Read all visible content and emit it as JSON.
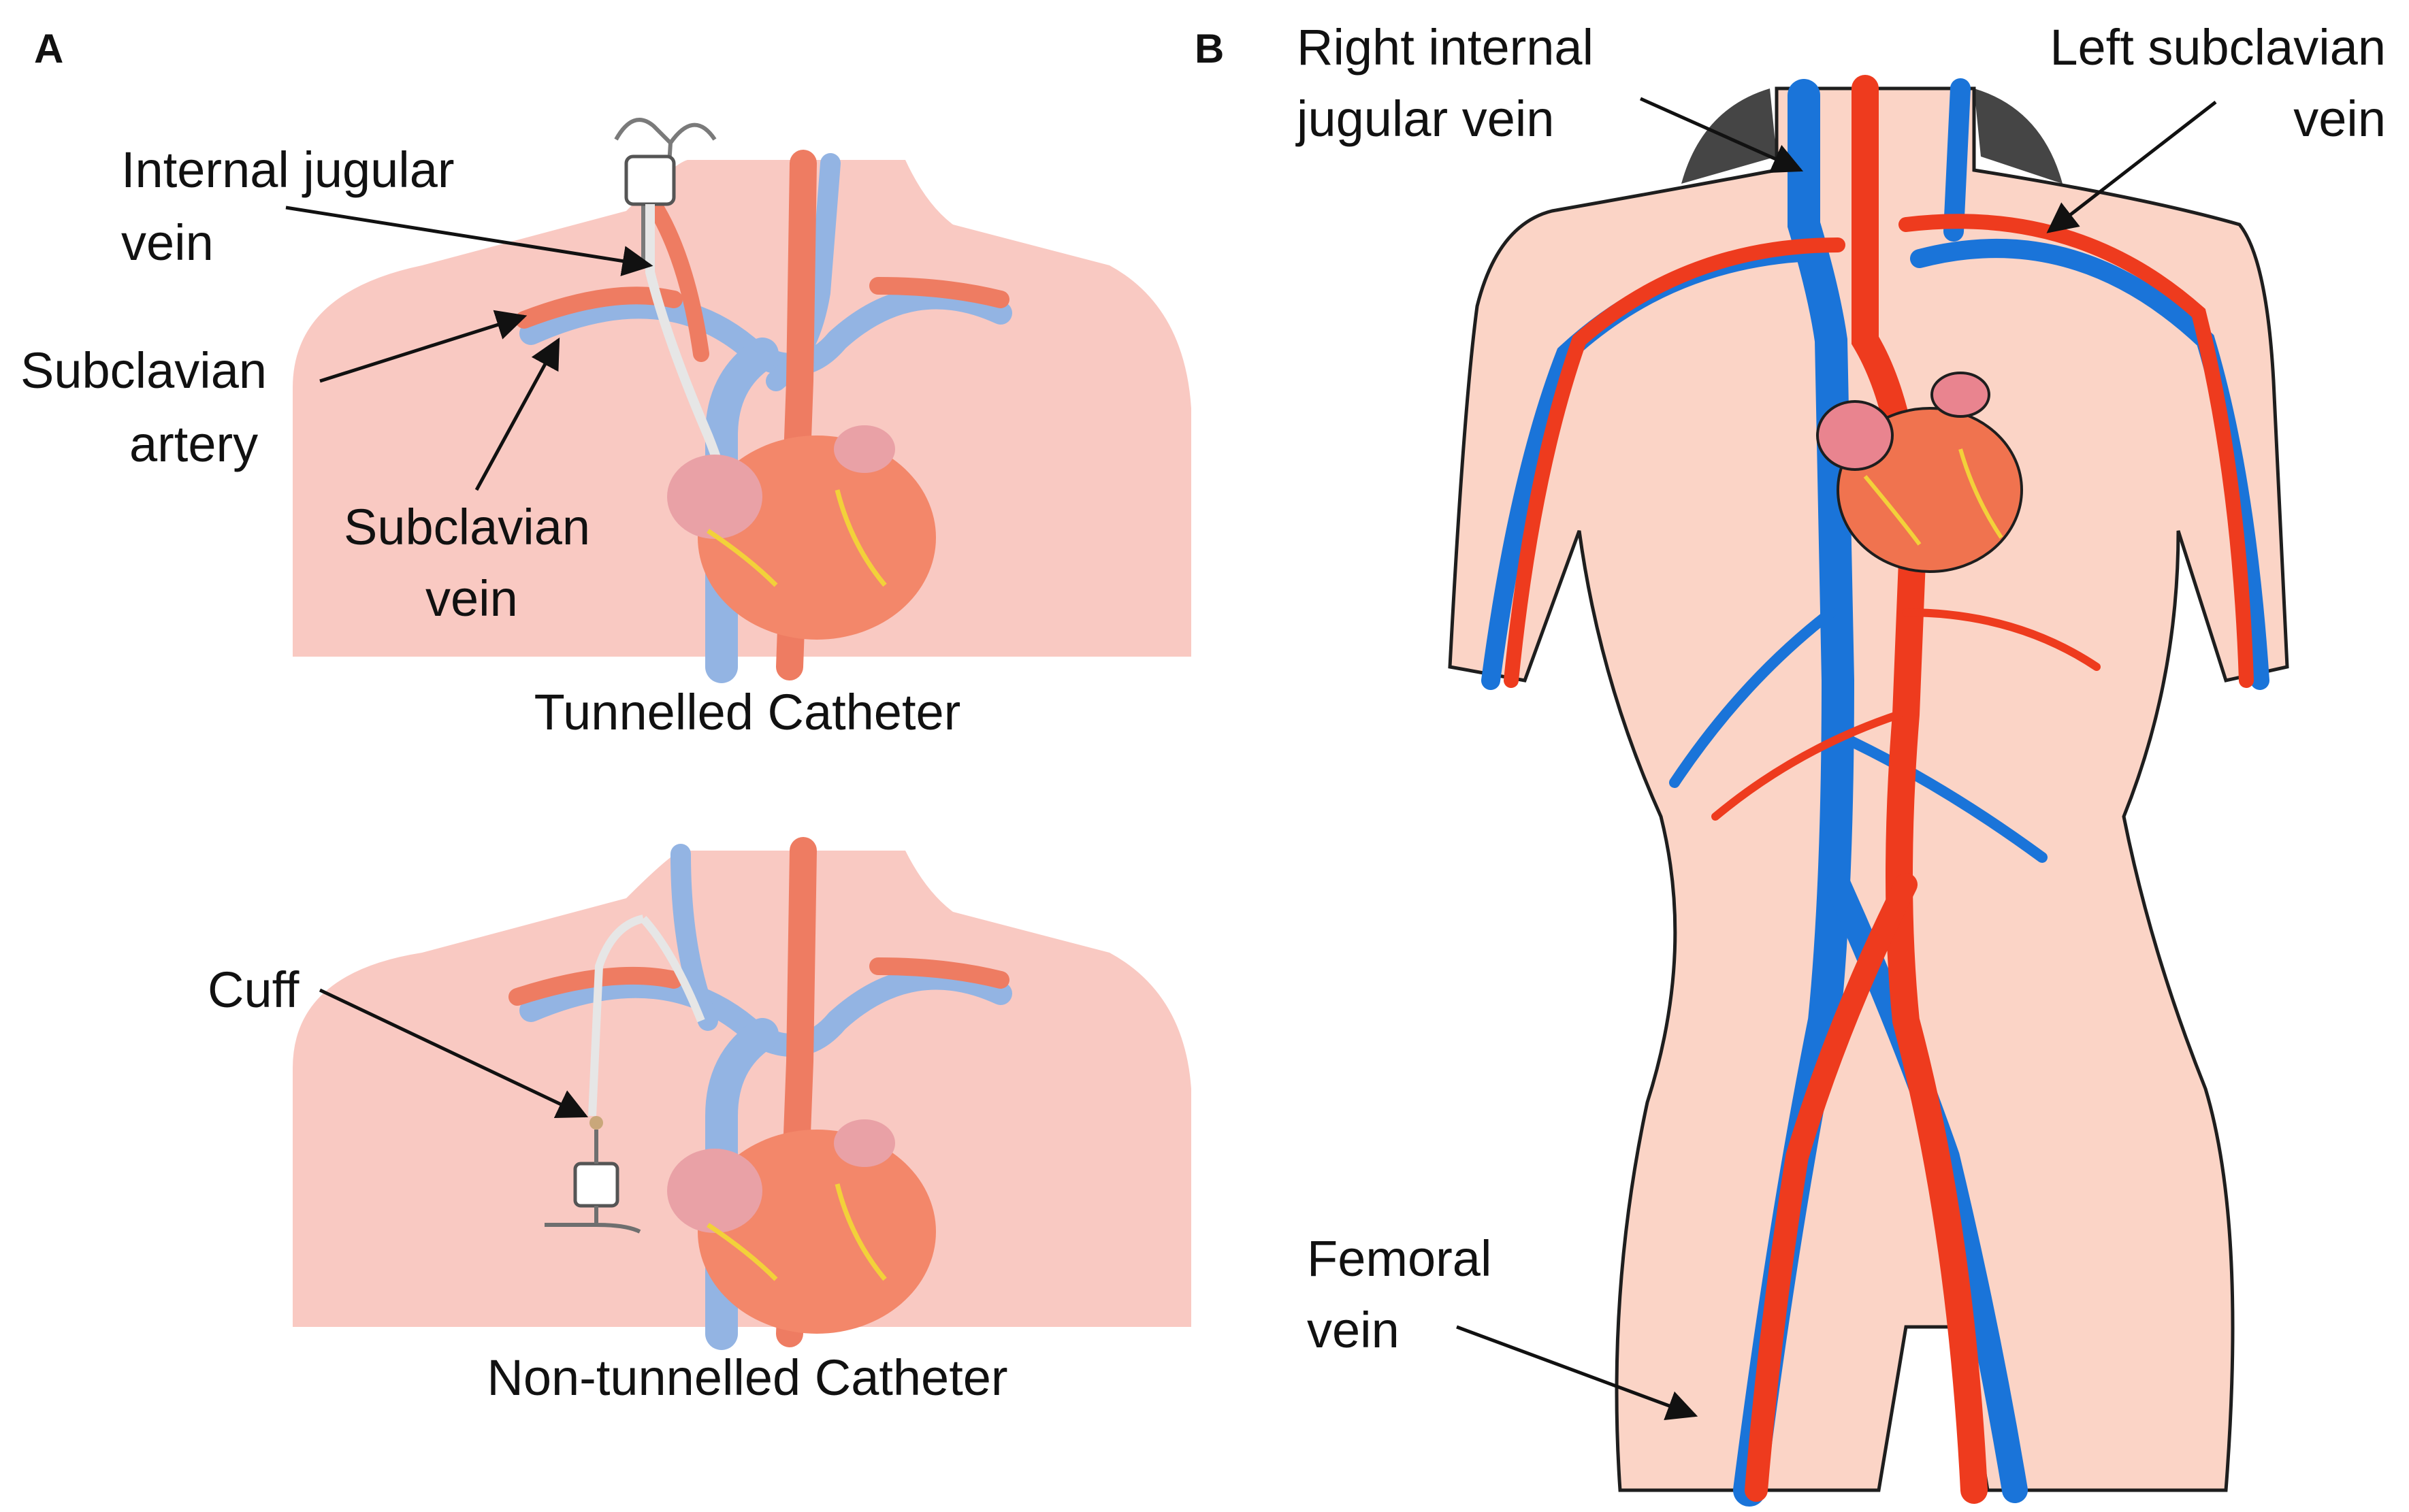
{
  "panel_a": {
    "letter": "A",
    "top_caption": "Tunnelled Catheter",
    "bottom_caption": "Non-tunnelled Catheter",
    "labels": {
      "internal_jugular_1": "Internal jugular",
      "internal_jugular_2": "vein",
      "subclavian_artery_1": "Subclavian",
      "subclavian_artery_2": "artery",
      "subclavian_vein_1": "Subclavian",
      "subclavian_vein_2": "vein",
      "cuff": "Cuff"
    }
  },
  "panel_b": {
    "letter": "B",
    "labels": {
      "right_internal_1": "Right internal",
      "right_internal_2": "jugular vein",
      "left_subclavian_1": "Left subclavian",
      "left_subclavian_2": "vein",
      "femoral_1": "Femoral",
      "femoral_2": "vein"
    }
  },
  "colors": {
    "skin": "#f9c9c2",
    "skin_body": "#fbd4c6",
    "artery": "#ee3b1e",
    "vein_light": "#93b4e3",
    "vein": "#1a74d9",
    "heart": "#f0734f",
    "hair": "#454545"
  }
}
